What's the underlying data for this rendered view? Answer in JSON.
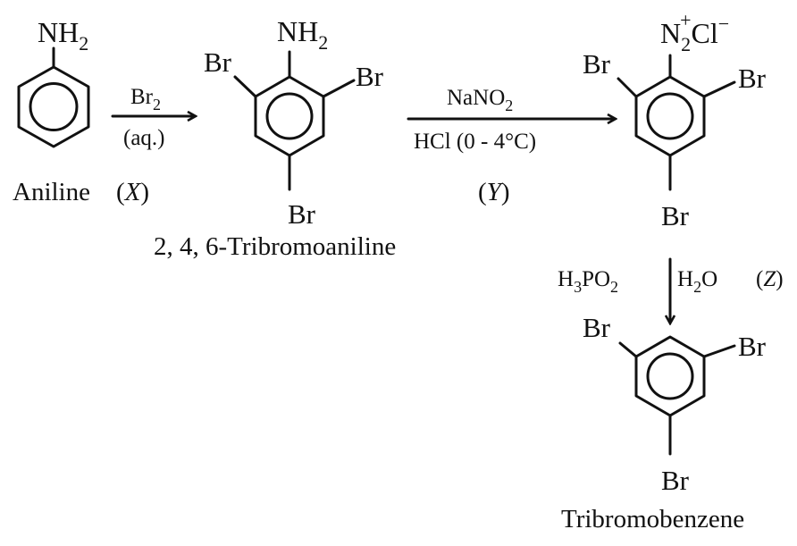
{
  "structures": {
    "aniline": {
      "substituent": "NH",
      "substituent_sub": "2",
      "name": "Aniline"
    },
    "tribromoaniline": {
      "substituent": "NH",
      "substituent_sub": "2",
      "br_left": "Br",
      "br_right": "Br",
      "br_bottom": "Br",
      "name": "2, 4, 6-Tribromoaniline"
    },
    "diazonium": {
      "n": "N",
      "n_sub": "2",
      "n_sup": "+",
      "cl": "Cl",
      "cl_sup": "−",
      "br_left": "Br",
      "br_right": "Br",
      "br_bottom": "Br"
    },
    "tribromobenzene": {
      "br_left": "Br",
      "br_right": "Br",
      "br_bottom": "Br",
      "name": "Tribromobenzene"
    }
  },
  "steps": {
    "x": {
      "reagent": "Br",
      "reagent_sub": "2",
      "condition": "(aq.)",
      "label_open": "(",
      "label_letter": "X",
      "label_close": ")"
    },
    "y": {
      "reagent_a": "NaNO",
      "reagent_sub": "2",
      "condition": "HCl (0 - 4°C)",
      "label_open": "(",
      "label_letter": "Y",
      "label_close": ")"
    },
    "z": {
      "h": "H",
      "h_sub": "3",
      "po": "PO",
      "po_sub": "2",
      "water_h": "H",
      "water_sub": "2",
      "water_o": "O",
      "label_open": "(",
      "label_letter": "Z",
      "label_close": ")"
    }
  }
}
